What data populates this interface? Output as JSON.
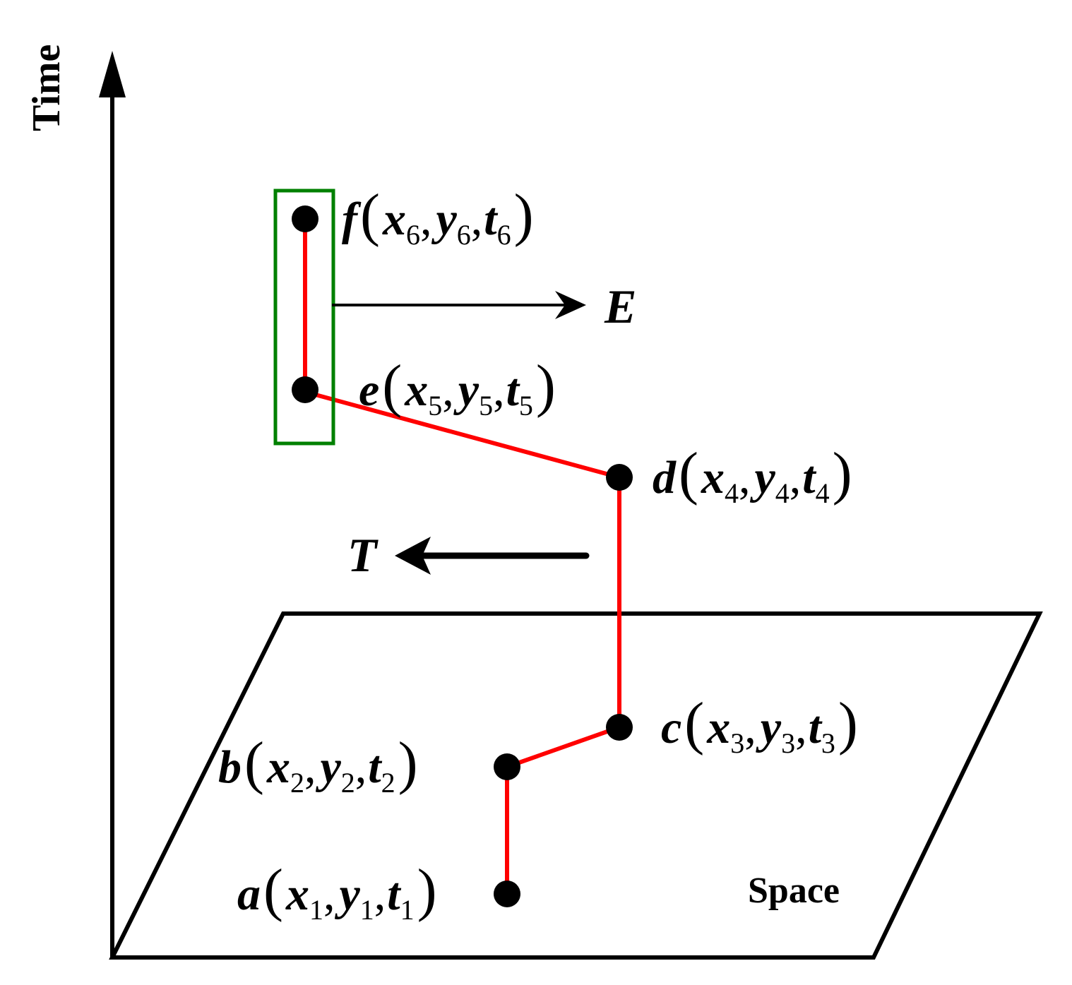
{
  "axis": {
    "time_label": "Time",
    "space_label": "Space"
  },
  "colors": {
    "trajectory": "#ff0000",
    "highlight_box": "#008000",
    "ink": "#000000"
  },
  "arrows": {
    "e_label": "E",
    "t_label": "T"
  },
  "points": [
    {
      "name": "a",
      "x": "x",
      "y": "y",
      "t": "t",
      "sub": "1"
    },
    {
      "name": "b",
      "x": "x",
      "y": "y",
      "t": "t",
      "sub": "2"
    },
    {
      "name": "c",
      "x": "x",
      "y": "y",
      "t": "t",
      "sub": "3"
    },
    {
      "name": "d",
      "x": "x",
      "y": "y",
      "t": "t",
      "sub": "4"
    },
    {
      "name": "e",
      "x": "x",
      "y": "y",
      "t": "t",
      "sub": "5"
    },
    {
      "name": "f",
      "x": "x",
      "y": "y",
      "t": "t",
      "sub": "6"
    }
  ]
}
